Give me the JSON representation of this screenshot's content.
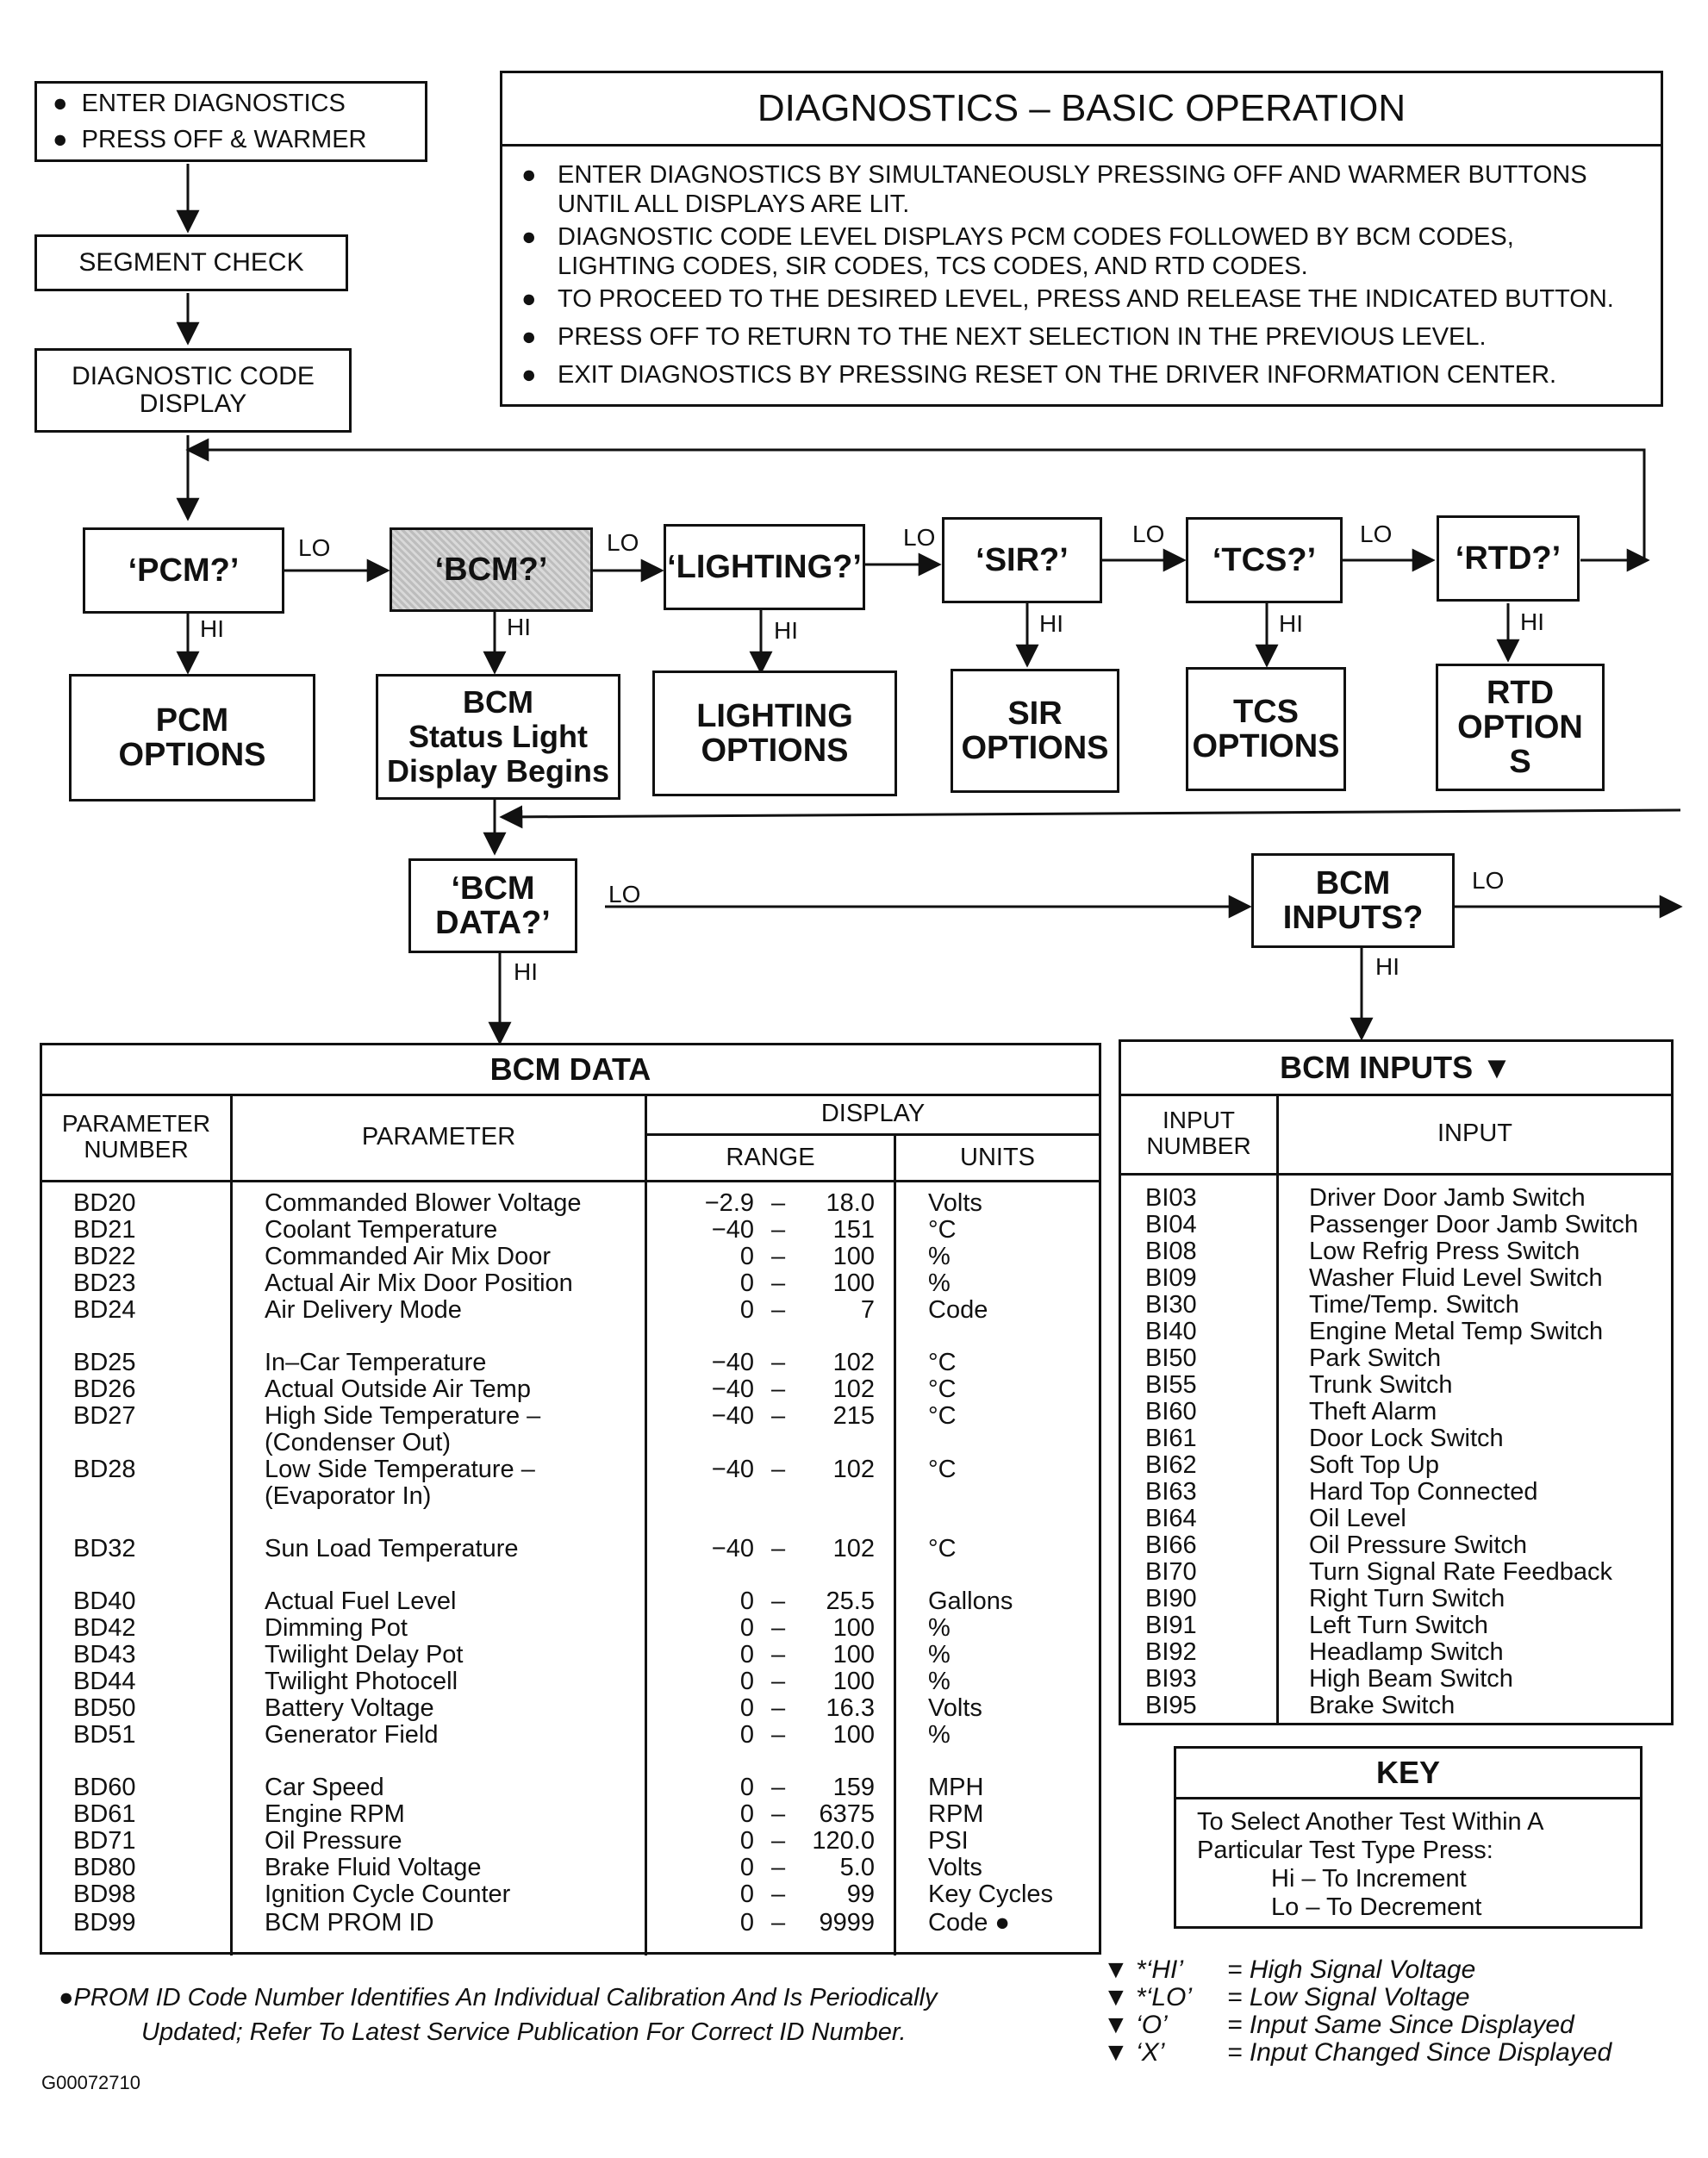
{
  "entry": {
    "items": [
      "ENTER DIAGNOSTICS",
      "PRESS OFF & WARMER"
    ]
  },
  "segment_check": "SEGMENT CHECK",
  "code_display": [
    "DIAGNOSTIC CODE",
    "DISPLAY"
  ],
  "basic": {
    "title": "DIAGNOSTICS  –  BASIC OPERATION",
    "bullets": [
      [
        "ENTER DIAGNOSTICS BY SIMULTANEOUSLY PRESSING OFF AND WARMER BUTTONS",
        "UNTIL ALL DISPLAYS ARE LIT."
      ],
      [
        "DIAGNOSTIC CODE LEVEL DISPLAYS PCM CODES FOLLOWED BY BCM CODES,",
        "LIGHTING CODES, SIR CODES, TCS CODES, AND RTD CODES."
      ],
      [
        "TO PROCEED TO THE DESIRED LEVEL, PRESS AND RELEASE THE INDICATED BUTTON."
      ],
      [
        "PRESS OFF TO RETURN TO THE NEXT SELECTION IN THE PREVIOUS LEVEL."
      ],
      [
        "EXIT DIAGNOSTICS BY PRESSING RESET ON THE DRIVER INFORMATION CENTER."
      ]
    ]
  },
  "modes": [
    {
      "label": "‘PCM?’",
      "option": [
        "PCM",
        "OPTIONS"
      ]
    },
    {
      "label": "‘BCM?’",
      "option": [
        "BCM",
        "Status Light",
        "Display Begins"
      ]
    },
    {
      "label": "‘LIGHTING?’",
      "option": [
        "LIGHTING",
        "OPTIONS"
      ]
    },
    {
      "label": "‘SIR?’",
      "option": [
        "SIR",
        "OPTIONS"
      ]
    },
    {
      "label": "‘TCS?’",
      "option": [
        "TCS",
        "OPTIONS"
      ]
    },
    {
      "label": "‘RTD?’",
      "option": [
        "RTD",
        "OPTION",
        "S"
      ]
    }
  ],
  "lo": "LO",
  "hi": "HI",
  "bcm_data_q": [
    "‘BCM",
    "DATA?’"
  ],
  "bcm_inputs_q": [
    "BCM",
    "INPUTS?"
  ],
  "bcm_data": {
    "title": "BCM DATA",
    "headers": {
      "param_number": [
        "PARAMETER",
        "NUMBER"
      ],
      "parameter": "PARAMETER",
      "display": "DISPLAY",
      "range": "RANGE",
      "units": "UNITS"
    },
    "rows": [
      [
        "BD20",
        "Commanded Blower Voltage",
        "−2.9",
        "18.0",
        "Volts"
      ],
      [
        "BD21",
        "Coolant Temperature",
        "−40",
        "151",
        "°C"
      ],
      [
        "BD22",
        "Commanded Air Mix Door",
        "0",
        "100",
        "%"
      ],
      [
        "BD23",
        "Actual Air Mix Door Position",
        "0",
        "100",
        "%"
      ],
      [
        "BD24",
        "Air Delivery Mode",
        "0",
        "7",
        "Code"
      ],
      [
        "BD25",
        "In–Car Temperature",
        "−40",
        "102",
        "°C"
      ],
      [
        "BD26",
        "Actual Outside Air Temp",
        "−40",
        "102",
        "°C"
      ],
      [
        "BD27",
        "High Side Temperature –",
        "−40",
        "215",
        "°C"
      ],
      [
        "",
        "(Condenser Out)",
        "",
        "",
        ""
      ],
      [
        "BD28",
        "Low Side Temperature –",
        "−40",
        "102",
        "°C"
      ],
      [
        "",
        "(Evaporator In)",
        "",
        "",
        ""
      ],
      [
        "BD32",
        "Sun Load Temperature",
        "−40",
        "102",
        "°C"
      ],
      [
        "BD40",
        "Actual Fuel Level",
        "0",
        "25.5",
        "Gallons"
      ],
      [
        "BD42",
        "Dimming Pot",
        "0",
        "100",
        "%"
      ],
      [
        "BD43",
        "Twilight Delay Pot",
        "0",
        "100",
        "%"
      ],
      [
        "BD44",
        "Twilight Photocell",
        "0",
        "100",
        "%"
      ],
      [
        "BD50",
        "Battery Voltage",
        "0",
        "16.3",
        "Volts"
      ],
      [
        "BD51",
        "Generator Field",
        "0",
        "100",
        "%"
      ],
      [
        "BD60",
        "Car Speed",
        "0",
        "159",
        "MPH"
      ],
      [
        "BD61",
        "Engine RPM",
        "0",
        "6375",
        "RPM"
      ],
      [
        "BD71",
        "Oil Pressure",
        "0",
        "120.0",
        "PSI"
      ],
      [
        "BD80",
        "Brake Fluid Voltage",
        "0",
        "5.0",
        "Volts"
      ],
      [
        "BD98",
        "Ignition Cycle Counter",
        "0",
        "99",
        "Key Cycles"
      ],
      [
        "BD99",
        "BCM PROM ID",
        "0",
        "9999",
        "Code ●"
      ]
    ]
  },
  "bcm_inputs": {
    "title": "BCM INPUTS ▼",
    "headers": {
      "input_number": [
        "INPUT",
        "NUMBER"
      ],
      "input": "INPUT"
    },
    "rows": [
      [
        "BI03",
        "Driver Door Jamb Switch"
      ],
      [
        "BI04",
        "Passenger Door Jamb Switch"
      ],
      [
        "BI08",
        "Low Refrig Press Switch"
      ],
      [
        "BI09",
        "Washer Fluid Level Switch"
      ],
      [
        "BI30",
        "Time/Temp. Switch"
      ],
      [
        "BI40",
        "Engine Metal Temp Switch"
      ],
      [
        "BI50",
        "Park Switch"
      ],
      [
        "BI55",
        "Trunk Switch"
      ],
      [
        "BI60",
        "Theft Alarm"
      ],
      [
        "BI61",
        "Door Lock Switch"
      ],
      [
        "BI62",
        "Soft Top Up"
      ],
      [
        "BI63",
        "Hard Top Connected"
      ],
      [
        "BI64",
        "Oil Level"
      ],
      [
        "BI66",
        "Oil Pressure Switch"
      ],
      [
        "BI70",
        "Turn Signal Rate Feedback"
      ],
      [
        "BI90",
        "Right Turn Switch"
      ],
      [
        "BI91",
        "Left Turn Switch"
      ],
      [
        "BI92",
        "Headlamp Switch"
      ],
      [
        "BI93",
        "High Beam Switch"
      ],
      [
        "BI95",
        "Brake Switch"
      ]
    ]
  },
  "key": {
    "title": "KEY",
    "lines": [
      "To Select Another Test Within A",
      "Particular Test Type Press:",
      "Hi – To Increment",
      "Lo – To Decrement"
    ]
  },
  "legend": [
    [
      "▼ *‘HI’",
      "= High Signal Voltage"
    ],
    [
      "▼ *‘LO’",
      "= Low Signal Voltage"
    ],
    [
      "▼ ‘O’",
      "= Input Same Since Displayed"
    ],
    [
      "▼ ‘X’",
      "= Input Changed Since Displayed"
    ]
  ],
  "footnote": [
    "●PROM ID Code Number Identifies An Individual Calibration And Is Periodically",
    "Updated; Refer To Latest Service Publication For Correct ID Number."
  ],
  "figure_id": "G00072710",
  "colors": {
    "ink": "#111111",
    "shade": "#c8c8c8",
    "paper": "#ffffff"
  }
}
